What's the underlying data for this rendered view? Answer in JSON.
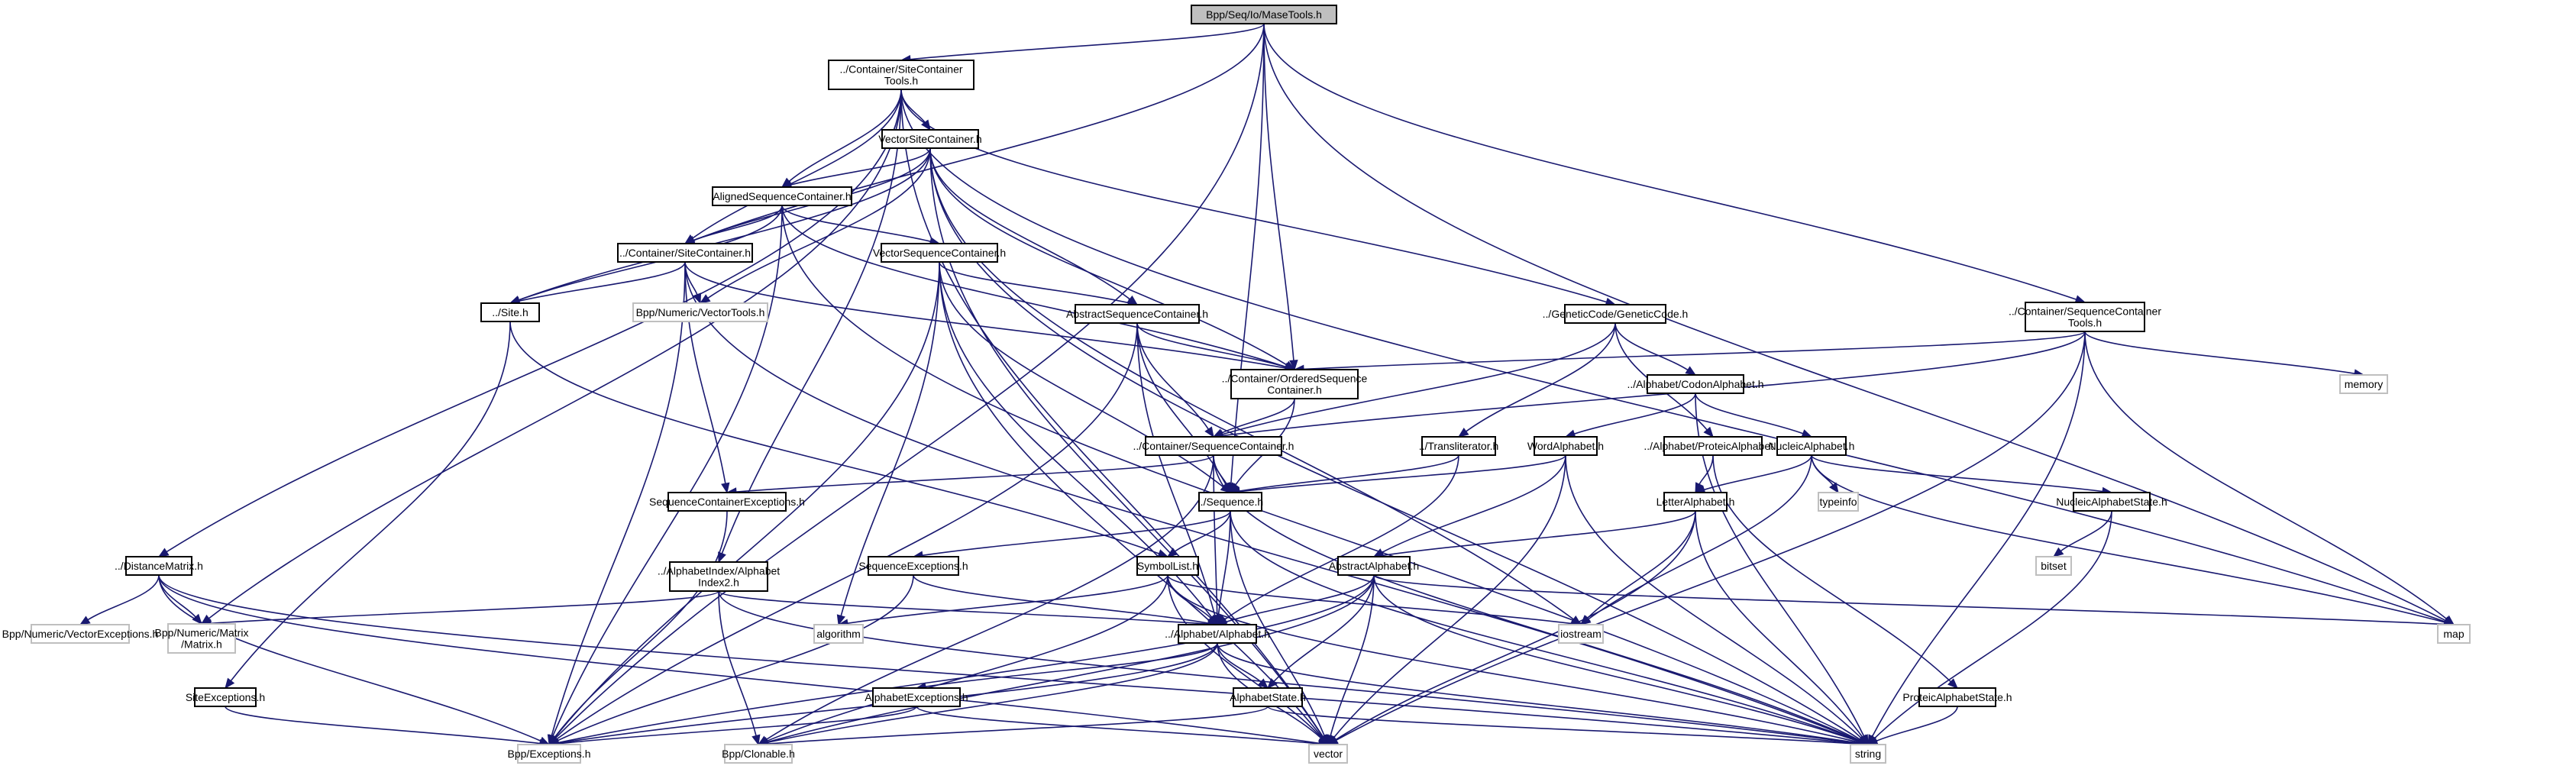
{
  "title": "Bpp/Seq/Io/MaseTools.h",
  "colors": {
    "edge": "#191970",
    "root_fill": "#bfbfbf",
    "internal_border": "#000000",
    "external_border": "#bfbfbf"
  },
  "nodes": [
    {
      "id": "root",
      "label": [
        "Bpp/Seq/Io/MaseTools.h"
      ],
      "kind": "root"
    },
    {
      "id": "sct",
      "label": [
        "../Container/SiteContainer",
        "Tools.h"
      ],
      "kind": "internal"
    },
    {
      "id": "vsc",
      "label": [
        "VectorSiteContainer.h"
      ],
      "kind": "internal"
    },
    {
      "id": "asc",
      "label": [
        "AlignedSequenceContainer.h"
      ],
      "kind": "internal"
    },
    {
      "id": "sc",
      "label": [
        "../Container/SiteContainer.h"
      ],
      "kind": "internal"
    },
    {
      "id": "vseqc",
      "label": [
        "VectorSequenceContainer.h"
      ],
      "kind": "internal"
    },
    {
      "id": "site",
      "label": [
        "../Site.h"
      ],
      "kind": "internal"
    },
    {
      "id": "vtools",
      "label": [
        "Bpp/Numeric/VectorTools.h"
      ],
      "kind": "external"
    },
    {
      "id": "absc",
      "label": [
        "AbstractSequenceContainer.h"
      ],
      "kind": "internal"
    },
    {
      "id": "osc",
      "label": [
        "../Container/OrderedSequence",
        "Container.h"
      ],
      "kind": "internal"
    },
    {
      "id": "gc",
      "label": [
        "../GeneticCode/GeneticCode.h"
      ],
      "kind": "internal"
    },
    {
      "id": "seqct",
      "label": [
        "../Container/SequenceContainer",
        "Tools.h"
      ],
      "kind": "internal"
    },
    {
      "id": "memory",
      "label": [
        "memory"
      ],
      "kind": "external"
    },
    {
      "id": "codon",
      "label": [
        "../Alphabet/CodonAlphabet.h"
      ],
      "kind": "internal"
    },
    {
      "id": "seqc",
      "label": [
        "../Container/SequenceContainer.h"
      ],
      "kind": "internal"
    },
    {
      "id": "translit",
      "label": [
        "../Transliterator.h"
      ],
      "kind": "internal"
    },
    {
      "id": "word",
      "label": [
        "WordAlphabet.h"
      ],
      "kind": "internal"
    },
    {
      "id": "proteic",
      "label": [
        "../Alphabet/ProteicAlphabet.h"
      ],
      "kind": "internal"
    },
    {
      "id": "nucleic",
      "label": [
        "NucleicAlphabet.h"
      ],
      "kind": "internal"
    },
    {
      "id": "scexc",
      "label": [
        "SequenceContainerExceptions.h"
      ],
      "kind": "internal"
    },
    {
      "id": "sequence",
      "label": [
        "../Sequence.h"
      ],
      "kind": "internal"
    },
    {
      "id": "letter",
      "label": [
        "LetterAlphabet.h"
      ],
      "kind": "internal"
    },
    {
      "id": "typeinfo",
      "label": [
        "typeinfo"
      ],
      "kind": "external"
    },
    {
      "id": "nas",
      "label": [
        "NucleicAlphabetState.h"
      ],
      "kind": "internal"
    },
    {
      "id": "dm",
      "label": [
        "../DistanceMatrix.h"
      ],
      "kind": "internal"
    },
    {
      "id": "ai2",
      "label": [
        "../AlphabetIndex/Alphabet",
        "Index2.h"
      ],
      "kind": "internal"
    },
    {
      "id": "seqexc",
      "label": [
        "SequenceExceptions.h"
      ],
      "kind": "internal"
    },
    {
      "id": "symlist",
      "label": [
        "SymbolList.h"
      ],
      "kind": "internal"
    },
    {
      "id": "absalpha",
      "label": [
        "AbstractAlphabet.h"
      ],
      "kind": "internal"
    },
    {
      "id": "bitset",
      "label": [
        "bitset"
      ],
      "kind": "external"
    },
    {
      "id": "vexc",
      "label": [
        "Bpp/Numeric/VectorExceptions.h"
      ],
      "kind": "external"
    },
    {
      "id": "matrix",
      "label": [
        "Bpp/Numeric/Matrix",
        "/Matrix.h"
      ],
      "kind": "external"
    },
    {
      "id": "algorithm",
      "label": [
        "algorithm"
      ],
      "kind": "external"
    },
    {
      "id": "alphabet",
      "label": [
        "../Alphabet/Alphabet.h"
      ],
      "kind": "internal"
    },
    {
      "id": "iostream",
      "label": [
        "iostream"
      ],
      "kind": "external"
    },
    {
      "id": "map",
      "label": [
        "map"
      ],
      "kind": "external"
    },
    {
      "id": "siteexc",
      "label": [
        "SiteExceptions.h"
      ],
      "kind": "internal"
    },
    {
      "id": "alphaexc",
      "label": [
        "AlphabetExceptions.h"
      ],
      "kind": "internal"
    },
    {
      "id": "alphastate",
      "label": [
        "AlphabetState.h"
      ],
      "kind": "internal"
    },
    {
      "id": "pas",
      "label": [
        "ProteicAlphabetState.h"
      ],
      "kind": "internal"
    },
    {
      "id": "exceptions",
      "label": [
        "Bpp/Exceptions.h"
      ],
      "kind": "external"
    },
    {
      "id": "clonable",
      "label": [
        "Bpp/Clonable.h"
      ],
      "kind": "external"
    },
    {
      "id": "vector",
      "label": [
        "vector"
      ],
      "kind": "external"
    },
    {
      "id": "string",
      "label": [
        "string"
      ],
      "kind": "external"
    }
  ],
  "edges": [
    [
      "root",
      "sct"
    ],
    [
      "root",
      "sc"
    ],
    [
      "root",
      "osc"
    ],
    [
      "root",
      "seqct"
    ],
    [
      "root",
      "exceptions"
    ],
    [
      "root",
      "sequence"
    ],
    [
      "root",
      "map"
    ],
    [
      "sct",
      "vsc"
    ],
    [
      "sct",
      "asc"
    ],
    [
      "sct",
      "sc"
    ],
    [
      "sct",
      "gc"
    ],
    [
      "sct",
      "dm"
    ],
    [
      "sct",
      "ai2"
    ],
    [
      "sct",
      "matrix"
    ],
    [
      "sct",
      "vector"
    ],
    [
      "sct",
      "map"
    ],
    [
      "vsc",
      "asc"
    ],
    [
      "vsc",
      "sc"
    ],
    [
      "vsc",
      "site"
    ],
    [
      "vsc",
      "vtools"
    ],
    [
      "vsc",
      "absc"
    ],
    [
      "vsc",
      "osc"
    ],
    [
      "vsc",
      "vector"
    ],
    [
      "vsc",
      "string"
    ],
    [
      "vsc",
      "iostream"
    ],
    [
      "asc",
      "sc"
    ],
    [
      "asc",
      "vseqc"
    ],
    [
      "asc",
      "site"
    ],
    [
      "asc",
      "osc"
    ],
    [
      "asc",
      "exceptions"
    ],
    [
      "asc",
      "string"
    ],
    [
      "sc",
      "site"
    ],
    [
      "sc",
      "vtools"
    ],
    [
      "sc",
      "osc"
    ],
    [
      "sc",
      "scexc"
    ],
    [
      "sc",
      "exceptions"
    ],
    [
      "sc",
      "string"
    ],
    [
      "vseqc",
      "absc"
    ],
    [
      "vseqc",
      "sequence"
    ],
    [
      "vseqc",
      "alphabet"
    ],
    [
      "vseqc",
      "algorithm"
    ],
    [
      "vseqc",
      "exceptions"
    ],
    [
      "vseqc",
      "vector"
    ],
    [
      "site",
      "symlist"
    ],
    [
      "site",
      "siteexc"
    ],
    [
      "absc",
      "osc"
    ],
    [
      "absc",
      "seqc"
    ],
    [
      "absc",
      "sequence"
    ],
    [
      "absc",
      "alphabet"
    ],
    [
      "absc",
      "exceptions"
    ],
    [
      "osc",
      "seqc"
    ],
    [
      "osc",
      "sequence"
    ],
    [
      "gc",
      "codon"
    ],
    [
      "gc",
      "proteic"
    ],
    [
      "gc",
      "translit"
    ],
    [
      "gc",
      "seqc"
    ],
    [
      "seqct",
      "osc"
    ],
    [
      "seqct",
      "seqc"
    ],
    [
      "seqct",
      "memory"
    ],
    [
      "seqct",
      "map"
    ],
    [
      "seqct",
      "string"
    ],
    [
      "seqct",
      "vector"
    ],
    [
      "codon",
      "word"
    ],
    [
      "codon",
      "nucleic"
    ],
    [
      "codon",
      "string"
    ],
    [
      "seqc",
      "sequence"
    ],
    [
      "seqc",
      "scexc"
    ],
    [
      "seqc",
      "alphabet"
    ],
    [
      "seqc",
      "clonable"
    ],
    [
      "seqc",
      "string"
    ],
    [
      "translit",
      "sequence"
    ],
    [
      "translit",
      "alphabet"
    ],
    [
      "word",
      "absalpha"
    ],
    [
      "word",
      "sequence"
    ],
    [
      "word",
      "string"
    ],
    [
      "word",
      "vector"
    ],
    [
      "proteic",
      "letter"
    ],
    [
      "proteic",
      "pas"
    ],
    [
      "nucleic",
      "letter"
    ],
    [
      "nucleic",
      "typeinfo"
    ],
    [
      "nucleic",
      "nas"
    ],
    [
      "nucleic",
      "map"
    ],
    [
      "nucleic",
      "iostream"
    ],
    [
      "scexc",
      "exceptions"
    ],
    [
      "sequence",
      "seqexc"
    ],
    [
      "sequence",
      "symlist"
    ],
    [
      "sequence",
      "alphabet"
    ],
    [
      "sequence",
      "vector"
    ],
    [
      "sequence",
      "string"
    ],
    [
      "letter",
      "absalpha"
    ],
    [
      "letter",
      "iostream"
    ],
    [
      "letter",
      "string"
    ],
    [
      "letter",
      "vector"
    ],
    [
      "nas",
      "bitset"
    ],
    [
      "nas",
      "string"
    ],
    [
      "dm",
      "vexc"
    ],
    [
      "dm",
      "matrix"
    ],
    [
      "dm",
      "exceptions"
    ],
    [
      "dm",
      "vector"
    ],
    [
      "dm",
      "string"
    ],
    [
      "ai2",
      "matrix"
    ],
    [
      "ai2",
      "alphabet"
    ],
    [
      "ai2",
      "clonable"
    ],
    [
      "ai2",
      "string"
    ],
    [
      "seqexc",
      "alphabet"
    ],
    [
      "seqexc",
      "exceptions"
    ],
    [
      "symlist",
      "alphabet"
    ],
    [
      "symlist",
      "algorithm"
    ],
    [
      "symlist",
      "clonable"
    ],
    [
      "symlist",
      "iostream"
    ],
    [
      "symlist",
      "vector"
    ],
    [
      "symlist",
      "string"
    ],
    [
      "absalpha",
      "alphabet"
    ],
    [
      "absalpha",
      "alphastate"
    ],
    [
      "absalpha",
      "map"
    ],
    [
      "absalpha",
      "vector"
    ],
    [
      "absalpha",
      "string"
    ],
    [
      "absalpha",
      "exceptions"
    ],
    [
      "absalpha",
      "clonable"
    ],
    [
      "alphabet",
      "alphaexc"
    ],
    [
      "alphabet",
      "alphastate"
    ],
    [
      "alphabet",
      "vector"
    ],
    [
      "alphabet",
      "string"
    ],
    [
      "alphabet",
      "clonable"
    ],
    [
      "alphabet",
      "exceptions"
    ],
    [
      "siteexc",
      "exceptions"
    ],
    [
      "alphaexc",
      "exceptions"
    ],
    [
      "alphaexc",
      "vector"
    ],
    [
      "alphastate",
      "clonable"
    ],
    [
      "alphastate",
      "string"
    ],
    [
      "pas",
      "string"
    ]
  ]
}
